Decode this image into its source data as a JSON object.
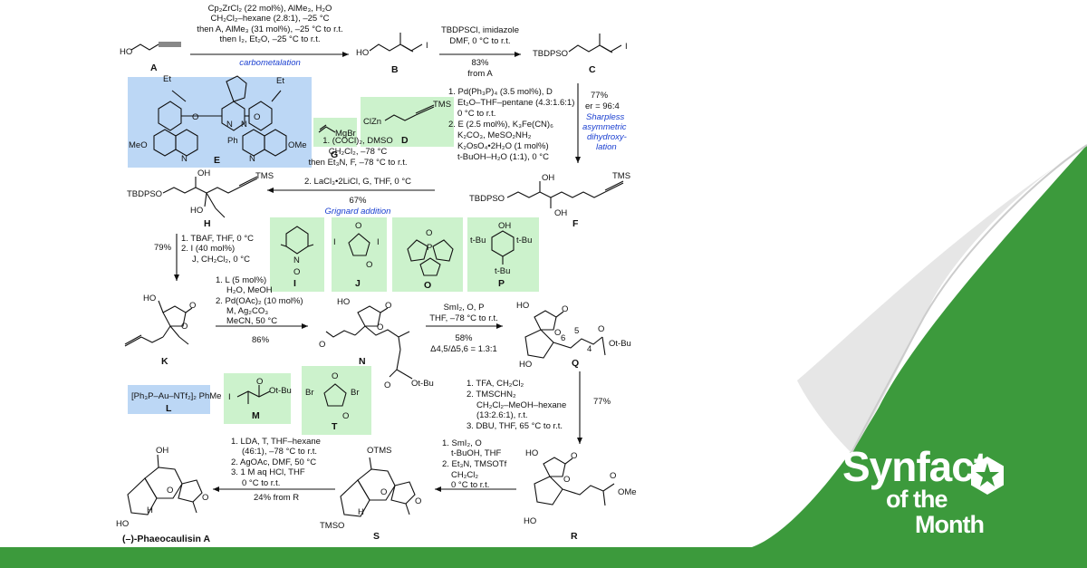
{
  "brand": {
    "line1": "Synfact",
    "line2": "of the",
    "line3": "Month"
  },
  "colors": {
    "background": "#3c9a3c",
    "paper": "#ffffff",
    "reagent_green": "#ccf2cc",
    "ligand_blue": "#bcd7f5",
    "method_blue": "#1a3fd0",
    "brand_white": "#ffffff"
  },
  "compounds": {
    "A": "A",
    "B": "B",
    "C": "C",
    "D": "D",
    "E": "E",
    "F": "F",
    "G": "G",
    "H": "H",
    "I": "I",
    "J": "J",
    "K": "K",
    "L": "L",
    "M": "M",
    "N": "N",
    "O": "O",
    "P": "P",
    "Q": "Q",
    "R": "R",
    "S": "S",
    "T": "T",
    "product": "(–)-Phaeocaulisin A"
  },
  "atom_labels": {
    "ho": "HO",
    "oh": "OH",
    "i": "I",
    "tbdpso": "TBDPSO",
    "tms": "TMS",
    "o": "O",
    "br": "Br",
    "n": "N",
    "p": "P",
    "clzn": "ClZn",
    "mgbr": "MgBr",
    "meo": "MeO",
    "ph": "Ph",
    "et": "Et",
    "h": "H",
    "otms": "OTMS",
    "tmso": "TMSO",
    "otbu": "Ot-Bu",
    "tbu": "t-Bu",
    "ome": "OMe",
    "obu": "Ot-Bu",
    "ligand_L": "[Ph₃P–Au–NTf₂]₂ PhMe"
  },
  "steps": {
    "s1": {
      "lines": [
        "Cp₂ZrCl₂ (22 mol%), AlMe₃, H₂O",
        "CH₂Cl₂–hexane (2.8:1), –25 °C",
        "then A, AlMe₃ (31 mol%),  –25 °C to r.t.",
        "then I₂, Et₂O, –25 °C to r.t."
      ],
      "method": "carbometalation"
    },
    "s2": {
      "lines": [
        "TBDPSCl, imidazole",
        "DMF, 0 °C to r.t.",
        "83%",
        "from A"
      ]
    },
    "s3": {
      "lines": [
        "1. Pd(Ph₃P)₄ (3.5 mol%), D",
        "Et₂O–THF–pentane (4.3:1.6:1)",
        "0 °C to r.t.",
        "2. E (2.5 mol%), K₃Fe(CN)₆",
        "K₂CO₃, MeSO₂NH₂",
        "K₂OsO₄•2H₂O (1 mol%)",
        "t-BuOH–H₂O (1:1), 0 °C"
      ],
      "yield": "77%",
      "er": "er = 96:4",
      "method": [
        "Sharpless",
        "asymmetric",
        "dihydroxy-",
        "lation"
      ]
    },
    "s4": {
      "lines": [
        "1. (COCl)₂, DMSO",
        "CH₂Cl₂, –78 °C",
        "then Et₃N, F, –78 °C to r.t.",
        "2. LaCl₃•2LiCl, G, THF, 0 °C"
      ],
      "yield": "67%",
      "method": "Grignard addition"
    },
    "s5": {
      "lines": [
        "1. TBAF, THF, 0 °C",
        "2. I (40 mol%)",
        "J, CH₂Cl₂, 0 °C"
      ],
      "yield": "79%"
    },
    "s6": {
      "lines": [
        "1. L (5 mol%)",
        "H₂O, MeOH",
        "2. Pd(OAc)₂ (10 mol%)",
        "M, Ag₂CO₃",
        "MeCN, 50 °C"
      ],
      "yield": "86%"
    },
    "s7": {
      "lines": [
        "SmI₂, O, P",
        "THF, –78 °C to r.t."
      ],
      "yield": "58%",
      "ratio": "Δ4,5/Δ5,6 = 1.3:1"
    },
    "s8": {
      "lines": [
        "1. TFA, CH₂Cl₂",
        "2. TMSCHN₂",
        "CH₂Cl₂–MeOH–hexane",
        "(13:2.6:1), r.t.",
        "3. DBU, THF, 65 °C to r.t."
      ],
      "yield": "77%"
    },
    "s9": {
      "lines": [
        "1. SmI₂, O",
        "t-BuOH, THF",
        "2. Et₃N, TMSOTf",
        "CH₂Cl₂",
        "0 °C to r.t."
      ]
    },
    "s10": {
      "lines": [
        "1. LDA, T, THF–hexane",
        "(46:1), –78 °C to r.t.",
        "2. AgOAc, DMF, 50 °C",
        "3. 1 M aq HCl, THF",
        "0 °C to r.t."
      ],
      "yield": "24% from R"
    }
  },
  "locants": {
    "n4": "4",
    "n5": "5",
    "n6": "6"
  }
}
